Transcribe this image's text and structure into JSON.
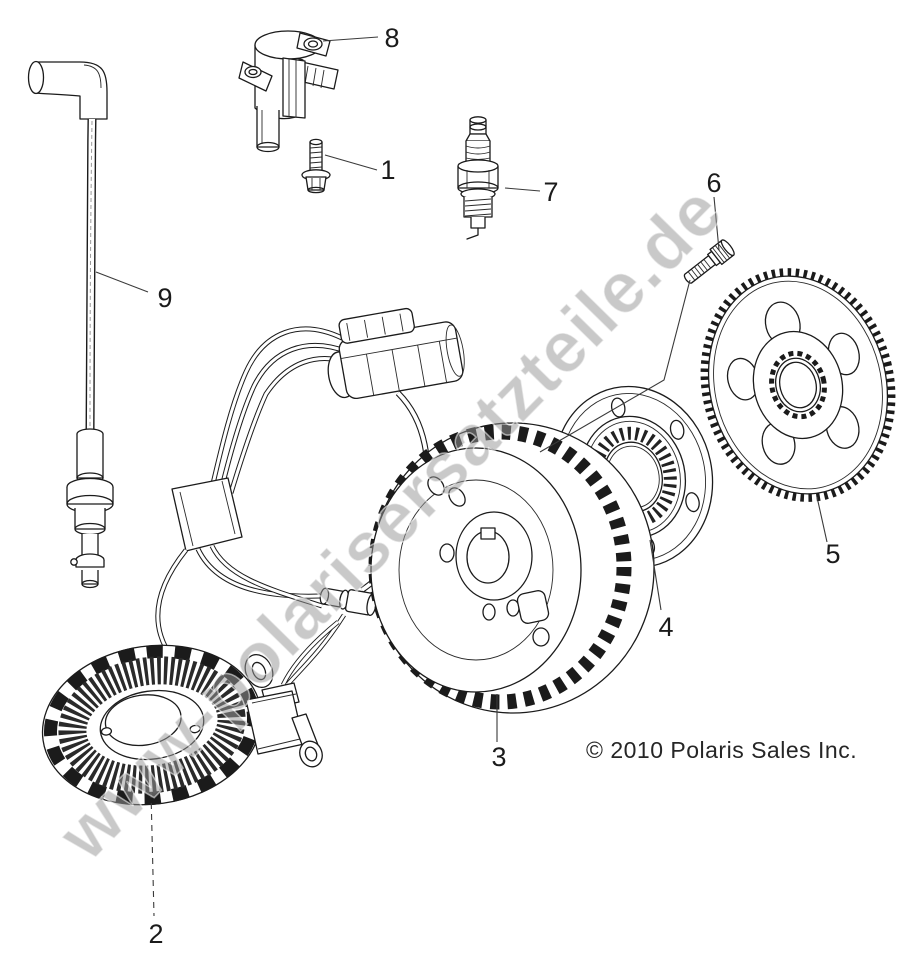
{
  "watermark": {
    "text": "www-polarisersatzteile.de",
    "color": "#989898"
  },
  "copyright": {
    "text": "© 2010 Polaris Sales Inc."
  },
  "callouts": [
    {
      "label": "1",
      "part": "coil-mounting-bolt"
    },
    {
      "label": "2",
      "part": "stator"
    },
    {
      "label": "3",
      "part": "flywheel-rotor"
    },
    {
      "label": "4",
      "part": "starter-clutch-housing"
    },
    {
      "label": "5",
      "part": "starter-drive-gear"
    },
    {
      "label": "6",
      "part": "flange-screw"
    },
    {
      "label": "7",
      "part": "spark-plug"
    },
    {
      "label": "8",
      "part": "ignition-coil"
    },
    {
      "label": "9",
      "part": "spark-plug-wire"
    }
  ],
  "line_color": "#1b1b1b"
}
